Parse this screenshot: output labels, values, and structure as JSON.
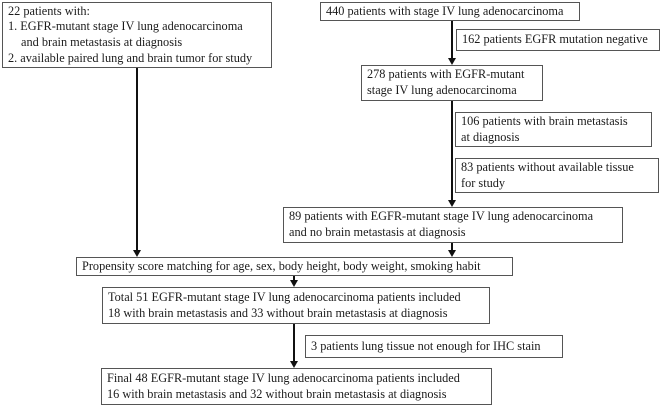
{
  "figure": {
    "type": "flowchart",
    "background_color": "#ffffff",
    "box_border_color": "#555555",
    "arrow_color": "#111111",
    "text_color": "#1b1b1b"
  },
  "boxes": {
    "criteria_22": {
      "lines": [
        "22 patients with:",
        "1. EGFR-mutant stage IV lung adenocarcinoma",
        "and brain metastasis at diagnosis",
        "2. available paired lung and brain tumor for study"
      ]
    },
    "cohort_440": {
      "lines": [
        "440 patients with stage IV lung adenocarcinoma"
      ]
    },
    "excluded_162": {
      "lines": [
        "162 patients EGFR mutation negative"
      ]
    },
    "cohort_278": {
      "lines": [
        "278 patients with EGFR-mutant",
        "stage IV lung adenocarcinoma"
      ]
    },
    "excluded_106": {
      "lines": [
        "106 patients with brain metastasis",
        "at diagnosis"
      ]
    },
    "excluded_83": {
      "lines": [
        "83 patients without available tissue",
        "for study"
      ]
    },
    "cohort_89": {
      "lines": [
        "89 patients with EGFR-mutant stage IV lung adenocarcinoma",
        "and no brain metastasis at diagnosis"
      ]
    },
    "matching": {
      "lines": [
        "Propensity score matching for age, sex, body height, body weight, smoking habit"
      ]
    },
    "total_51": {
      "lines": [
        "Total 51 EGFR-mutant stage IV lung adenocarcinoma patients included",
        "18 with brain metastasis and 33 without brain metastasis at diagnosis"
      ]
    },
    "excluded_3": {
      "lines": [
        "3 patients lung tissue not enough for IHC stain"
      ]
    },
    "final_48": {
      "lines": [
        "Final 48 EGFR-mutant stage IV lung adenocarcinoma patients included",
        "16 with brain metastasis and 32 without brain metastasis at diagnosis"
      ]
    }
  }
}
